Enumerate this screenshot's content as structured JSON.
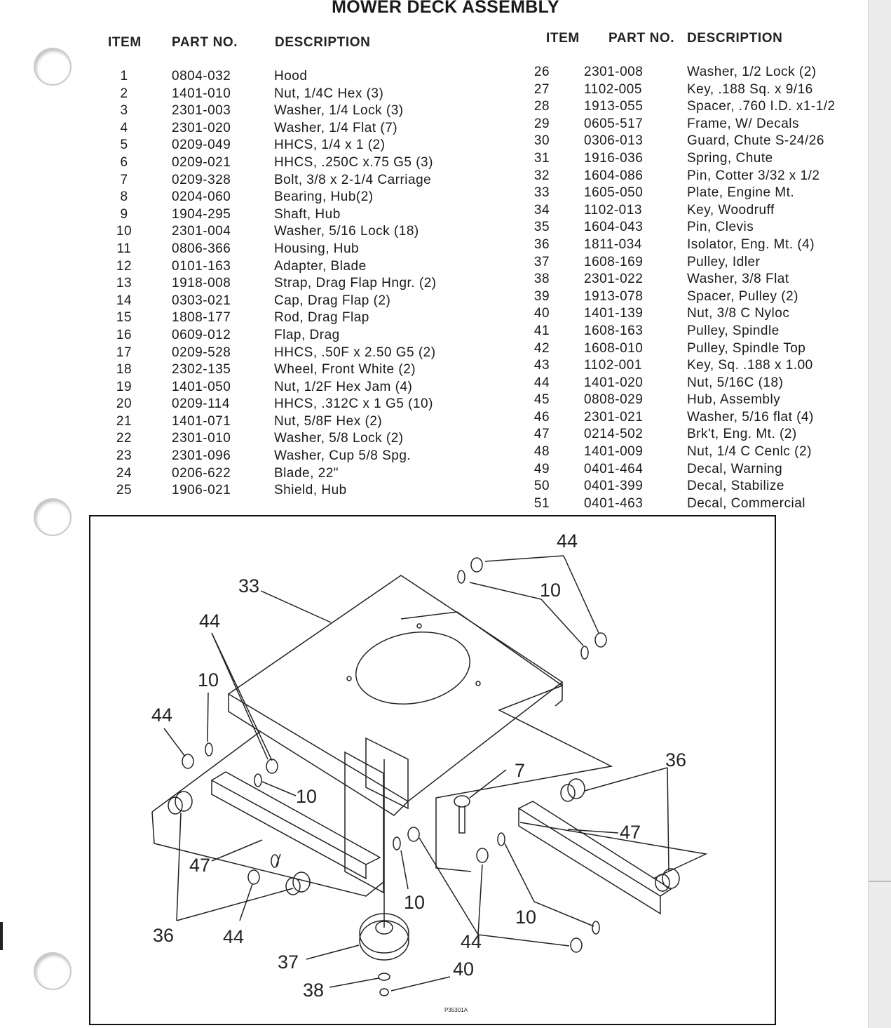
{
  "title": "MOWER DECK ASSEMBLY",
  "headers": {
    "left": {
      "item": "ITEM",
      "part": "PART NO.",
      "desc": "DESCRIPTION"
    },
    "right": {
      "item": "ITEM",
      "part": "PART NO.",
      "desc": "DESCRIPTION"
    }
  },
  "parts_left": [
    {
      "item": "1",
      "part": "0804-032",
      "desc": "Hood"
    },
    {
      "item": "2",
      "part": "1401-010",
      "desc": "Nut, 1/4C Hex (3)"
    },
    {
      "item": "3",
      "part": "2301-003",
      "desc": "Washer, 1/4 Lock (3)"
    },
    {
      "item": "4",
      "part": "2301-020",
      "desc": "Washer, 1/4 Flat (7)"
    },
    {
      "item": "5",
      "part": "0209-049",
      "desc": "HHCS, 1/4 x 1 (2)"
    },
    {
      "item": "6",
      "part": "0209-021",
      "desc": "HHCS, .250C x.75 G5 (3)"
    },
    {
      "item": "7",
      "part": "0209-328",
      "desc": "Bolt, 3/8 x 2-1/4 Carriage"
    },
    {
      "item": "8",
      "part": "0204-060",
      "desc": "Bearing, Hub(2)"
    },
    {
      "item": "9",
      "part": "1904-295",
      "desc": "Shaft, Hub"
    },
    {
      "item": "10",
      "part": "2301-004",
      "desc": "Washer, 5/16 Lock (18)"
    },
    {
      "item": "11",
      "part": "0806-366",
      "desc": "Housing, Hub"
    },
    {
      "item": "12",
      "part": "0101-163",
      "desc": "Adapter, Blade"
    },
    {
      "item": "13",
      "part": "1918-008",
      "desc": "Strap, Drag Flap Hngr. (2)"
    },
    {
      "item": "14",
      "part": "0303-021",
      "desc": "Cap, Drag Flap (2)"
    },
    {
      "item": "15",
      "part": "1808-177",
      "desc": "Rod, Drag Flap"
    },
    {
      "item": "16",
      "part": "0609-012",
      "desc": "Flap, Drag"
    },
    {
      "item": "17",
      "part": "0209-528",
      "desc": "HHCS, .50F x 2.50 G5 (2)"
    },
    {
      "item": "18",
      "part": "2302-135",
      "desc": "Wheel, Front White (2)"
    },
    {
      "item": "19",
      "part": "1401-050",
      "desc": "Nut, 1/2F Hex Jam (4)"
    },
    {
      "item": "20",
      "part": "0209-114",
      "desc": "HHCS, .312C x 1 G5 (10)"
    },
    {
      "item": "21",
      "part": "1401-071",
      "desc": "Nut, 5/8F Hex (2)"
    },
    {
      "item": "22",
      "part": "2301-010",
      "desc": "Washer, 5/8 Lock (2)"
    },
    {
      "item": "23",
      "part": "2301-096",
      "desc": "Washer, Cup 5/8 Spg."
    },
    {
      "item": "24",
      "part": "0206-622",
      "desc": "Blade, 22\""
    },
    {
      "item": "25",
      "part": "1906-021",
      "desc": "Shield, Hub"
    }
  ],
  "parts_right": [
    {
      "item": "26",
      "part": "2301-008",
      "desc": "Washer, 1/2 Lock (2)"
    },
    {
      "item": "27",
      "part": "1102-005",
      "desc": "Key, .188 Sq. x 9/16"
    },
    {
      "item": "28",
      "part": "1913-055",
      "desc": "Spacer, .760 I.D. x1-1/2"
    },
    {
      "item": "29",
      "part": "0605-517",
      "desc": "Frame, W/ Decals"
    },
    {
      "item": "30",
      "part": "0306-013",
      "desc": "Guard, Chute S-24/26"
    },
    {
      "item": "31",
      "part": "1916-036",
      "desc": "Spring, Chute"
    },
    {
      "item": "32",
      "part": "1604-086",
      "desc": "Pin, Cotter  3/32 x 1/2"
    },
    {
      "item": "33",
      "part": "1605-050",
      "desc": "Plate, Engine Mt."
    },
    {
      "item": "34",
      "part": "1102-013",
      "desc": "Key, Woodruff"
    },
    {
      "item": "35",
      "part": "1604-043",
      "desc": "Pin, Clevis"
    },
    {
      "item": "36",
      "part": "1811-034",
      "desc": "Isolator, Eng. Mt. (4)"
    },
    {
      "item": "37",
      "part": "1608-169",
      "desc": "Pulley, Idler"
    },
    {
      "item": "38",
      "part": "2301-022",
      "desc": "Washer, 3/8 Flat"
    },
    {
      "item": "39",
      "part": "1913-078",
      "desc": "Spacer, Pulley (2)"
    },
    {
      "item": "40",
      "part": "1401-139",
      "desc": "Nut, 3/8 C Nyloc"
    },
    {
      "item": "41",
      "part": "1608-163",
      "desc": "Pulley, Spindle"
    },
    {
      "item": "42",
      "part": "1608-010",
      "desc": "Pulley, Spindle Top"
    },
    {
      "item": "43",
      "part": "1102-001",
      "desc": "Key, Sq. .188 x 1.00"
    },
    {
      "item": "44",
      "part": "1401-020",
      "desc": "Nut, 5/16C (18)"
    },
    {
      "item": "45",
      "part": "0808-029",
      "desc": "Hub, Assembly"
    },
    {
      "item": "46",
      "part": "2301-021",
      "desc": "Washer, 5/16 flat (4)"
    },
    {
      "item": "47",
      "part": "0214-502",
      "desc": "Brk't, Eng. Mt. (2)"
    },
    {
      "item": "48",
      "part": "1401-009",
      "desc": "Nut, 1/4 C Cenlc (2)"
    },
    {
      "item": "49",
      "part": "0401-464",
      "desc": "Decal, Warning"
    },
    {
      "item": "50",
      "part": "0401-399",
      "desc": "Decal, Stabilize"
    },
    {
      "item": "51",
      "part": "0401-463",
      "desc": "Decal, Commercial"
    }
  ],
  "diagram": {
    "callouts": {
      "c44a": "44",
      "c10a": "10",
      "c33": "33",
      "c44b": "44",
      "c10b": "10",
      "c44c": "44",
      "c10c": "10",
      "c7": "7",
      "c36a": "36",
      "c47a": "47",
      "c47b": "47",
      "c10d": "10",
      "c10e": "10",
      "c36b": "36",
      "c44d": "44",
      "c44e": "44",
      "c37": "37",
      "c40": "40",
      "c38": "38"
    },
    "figure_id": "P35301A"
  }
}
